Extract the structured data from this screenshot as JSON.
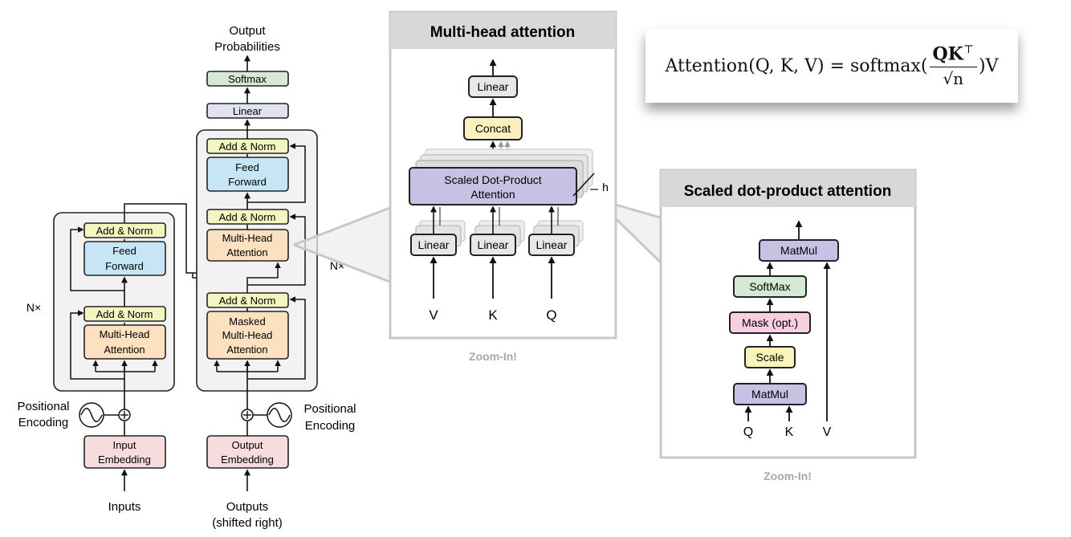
{
  "encoder": {
    "positional_encoding": [
      "Positional",
      "Encoding"
    ],
    "input_embedding": [
      "Input",
      "Embedding"
    ],
    "inputs": "Inputs",
    "multi_head_attention": [
      "Multi-Head",
      "Attention"
    ],
    "add_norm": "Add & Norm",
    "feed_forward": [
      "Feed",
      "Forward"
    ],
    "nx": "N×"
  },
  "decoder": {
    "output_probabilities": [
      "Output",
      "Probabilities"
    ],
    "softmax": "Softmax",
    "linear": "Linear",
    "add_norm": "Add & Norm",
    "feed_forward": [
      "Feed",
      "Forward"
    ],
    "multi_head_attention": [
      "Multi-Head",
      "Attention"
    ],
    "masked_multi_head_attention": [
      "Masked",
      "Multi-Head",
      "Attention"
    ],
    "positional_encoding": [
      "Positional",
      "Encoding"
    ],
    "output_embedding": [
      "Output",
      "Embedding"
    ],
    "outputs": [
      "Outputs",
      "(shifted right)"
    ],
    "nx": "N×"
  },
  "multihead_panel": {
    "title": "Multi-head attention",
    "linear_top": "Linear",
    "concat": "Concat",
    "sdpa": [
      "Scaled Dot-Product",
      "Attention"
    ],
    "h": "h",
    "linear_inputs": [
      "Linear",
      "Linear",
      "Linear"
    ],
    "inputs": [
      "V",
      "K",
      "Q"
    ],
    "caption": "Zoom-In!"
  },
  "formula": {
    "lhs": "Attention(Q, K, V) = softmax(",
    "numerator": "QK",
    "transpose": "⊤",
    "denominator": "√n",
    "rhs": ")V"
  },
  "sdpa_panel": {
    "title": "Scaled dot-product attention",
    "matmul_top": "MatMul",
    "softmax": "SoftMax",
    "mask": "Mask (opt.)",
    "scale": "Scale",
    "matmul_bottom": "MatMul",
    "inputs": [
      "Q",
      "K",
      "V"
    ],
    "caption": "Zoom-In!"
  },
  "colors": {
    "attention": "#fce0bf",
    "add_norm": "#f4f6c0",
    "feed_forward": "#c6e6f6",
    "embedding": "#f6dcdc",
    "linear": "#dfe2f2",
    "softmax": "#d4ead4",
    "sdpa": "#c9c1e3",
    "mask": "#f6cfe0",
    "scale": "#fbf4b8",
    "block_bg": "#f2f2f2",
    "panel_header": "#d8d8d8",
    "panel_border": "#c8c8c8"
  }
}
